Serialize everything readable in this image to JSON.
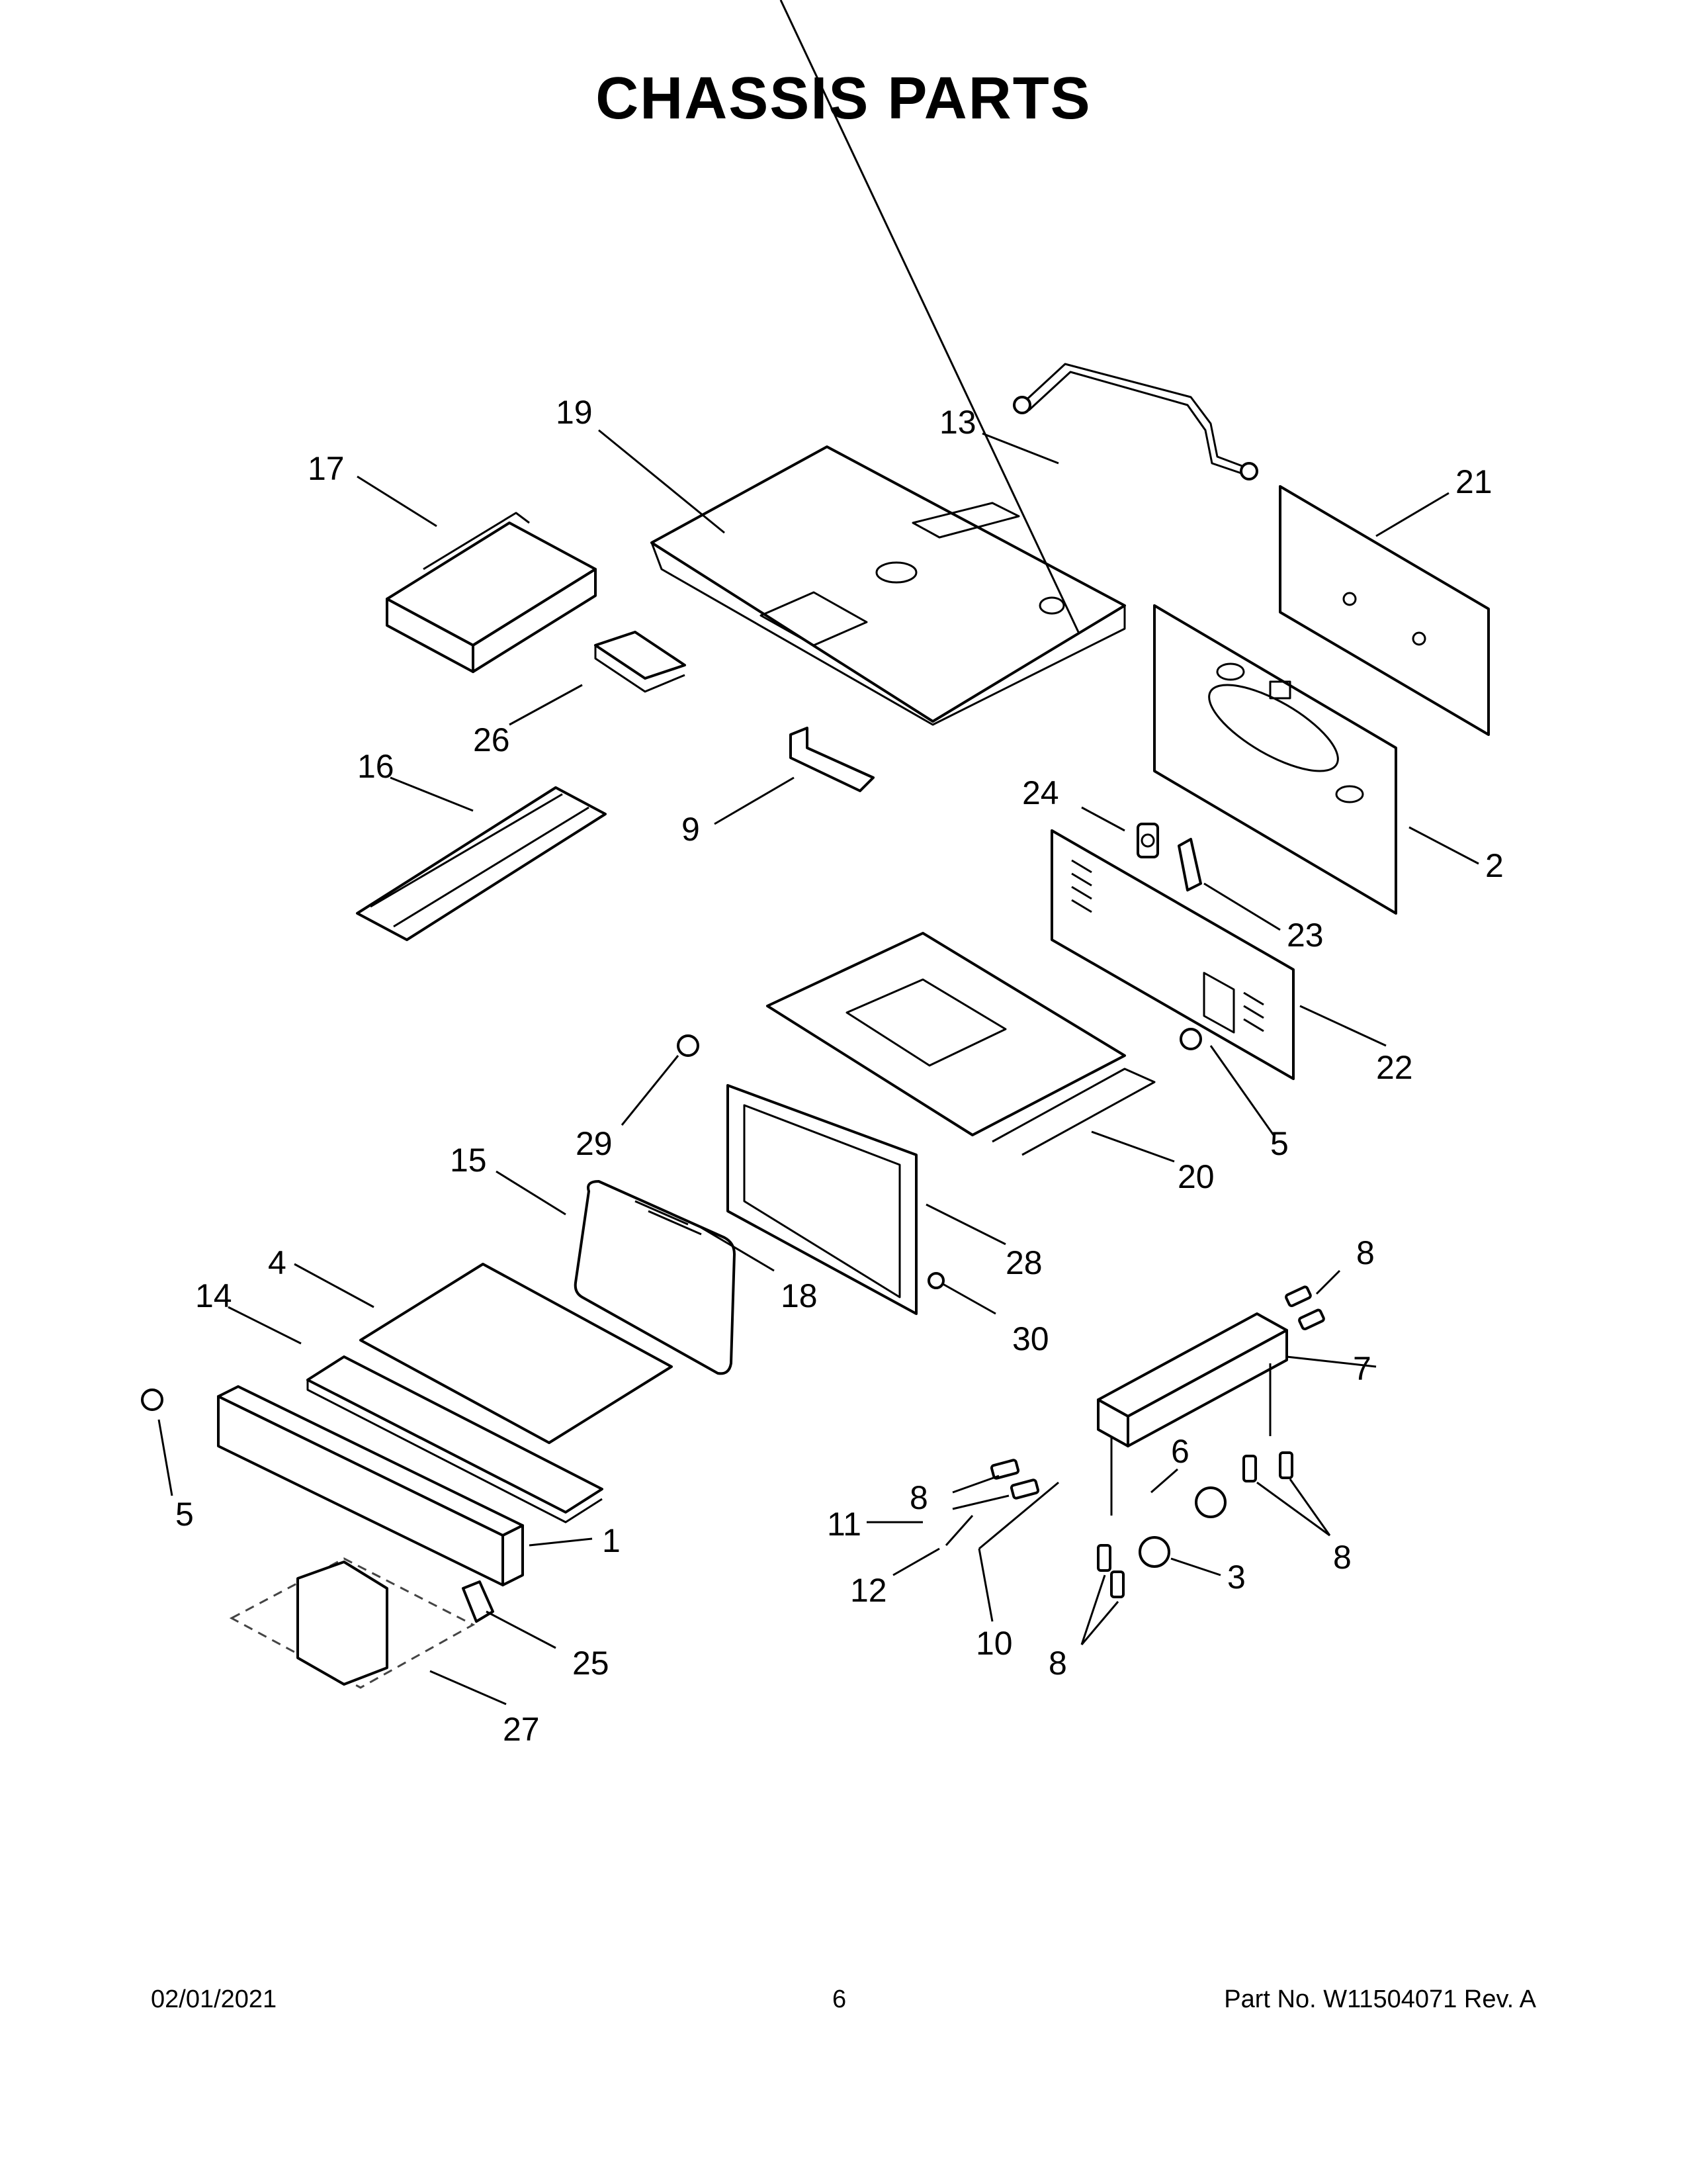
{
  "title": "CHASSIS PARTS",
  "footer": {
    "date": "02/01/2021",
    "page": "6",
    "part_number": "Part No.  W11504071  Rev.  A"
  },
  "callouts": [
    "1",
    "2",
    "3",
    "4",
    "5",
    "5",
    "6",
    "7",
    "8",
    "8",
    "8",
    "8",
    "9",
    "10",
    "11",
    "12",
    "13",
    "14",
    "15",
    "16",
    "17",
    "18",
    "19",
    "20",
    "21",
    "22",
    "23",
    "24",
    "25",
    "26",
    "27",
    "28",
    "29",
    "30"
  ]
}
